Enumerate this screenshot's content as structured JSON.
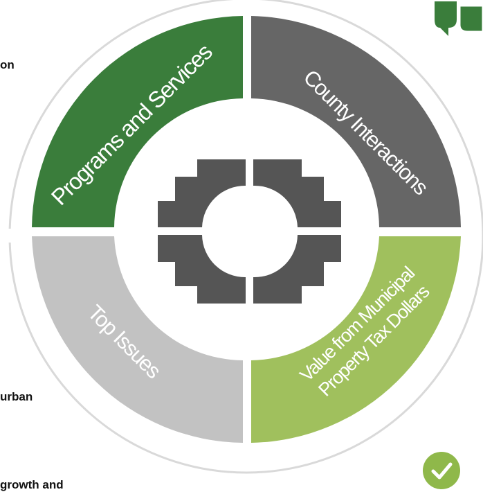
{
  "segments": [
    {
      "key": "programs",
      "label": "Programs and Services",
      "color": "#3a7d3b"
    },
    {
      "key": "county",
      "label": "County Interactions",
      "color": "#666666"
    },
    {
      "key": "value",
      "label_lines": [
        "Value from Municipal",
        "Property Tax Dollars"
      ],
      "color": "#a0c05d"
    },
    {
      "key": "issues",
      "label": "Top Issues",
      "color": "#c2c2c2"
    }
  ],
  "hub_color": "#555555",
  "ring_color": "#d9d9d9",
  "side_fragments": {
    "top": "on",
    "middle": "urban",
    "bottom": "growth and"
  },
  "icons": {
    "top_right": "speech-bubbles-icon",
    "bottom_right": "checkmark-icon"
  }
}
